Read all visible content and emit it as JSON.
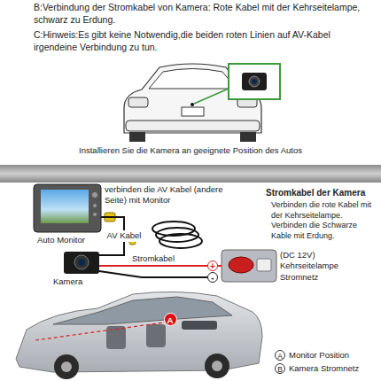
{
  "diagram": {
    "nodes": [
      {
        "text": [
          "Auto Monitor"
        ]
      },
      {
        "text": [
          "Kamera"
        ]
      },
      {
        "text": [
          "(DC 12V) Kehrseitelampe Stromnetz"
        ]
      }
    ],
    "edges": [
      {
        "from": 1,
        "to": 0,
        "label": "AV Kabel",
        "arrow": "none"
      },
      {
        "from": 1,
        "to": 2,
        "label": "Stromkabel",
        "arrow": "none"
      }
    ],
    "labels": [
      "B:Verbindung der Stromkabel von Kamera: Rote Kabel mit der Kehrseitelampe, schwarz zu Erdung.",
      "C:Hinweis:Es gibt keine Notwendig,die beiden roten Linien auf AV-Kabel irgendeine Verbindung zu tun.",
      "Installieren Sie die Kamera an geeignete Position des Autos",
      "verbinden die AV Kabel (andere Seite) mit Monitor",
      "+",
      "-",
      "Stromkabel der Kamera",
      "Verbinden die rote Kabel mit der Kehrseitelampe. Verbinden die Schwarze Kable mit Erdung.",
      "A",
      "A",
      "Monitor Position",
      "B",
      "Kamera Stromnetz"
    ]
  }
}
